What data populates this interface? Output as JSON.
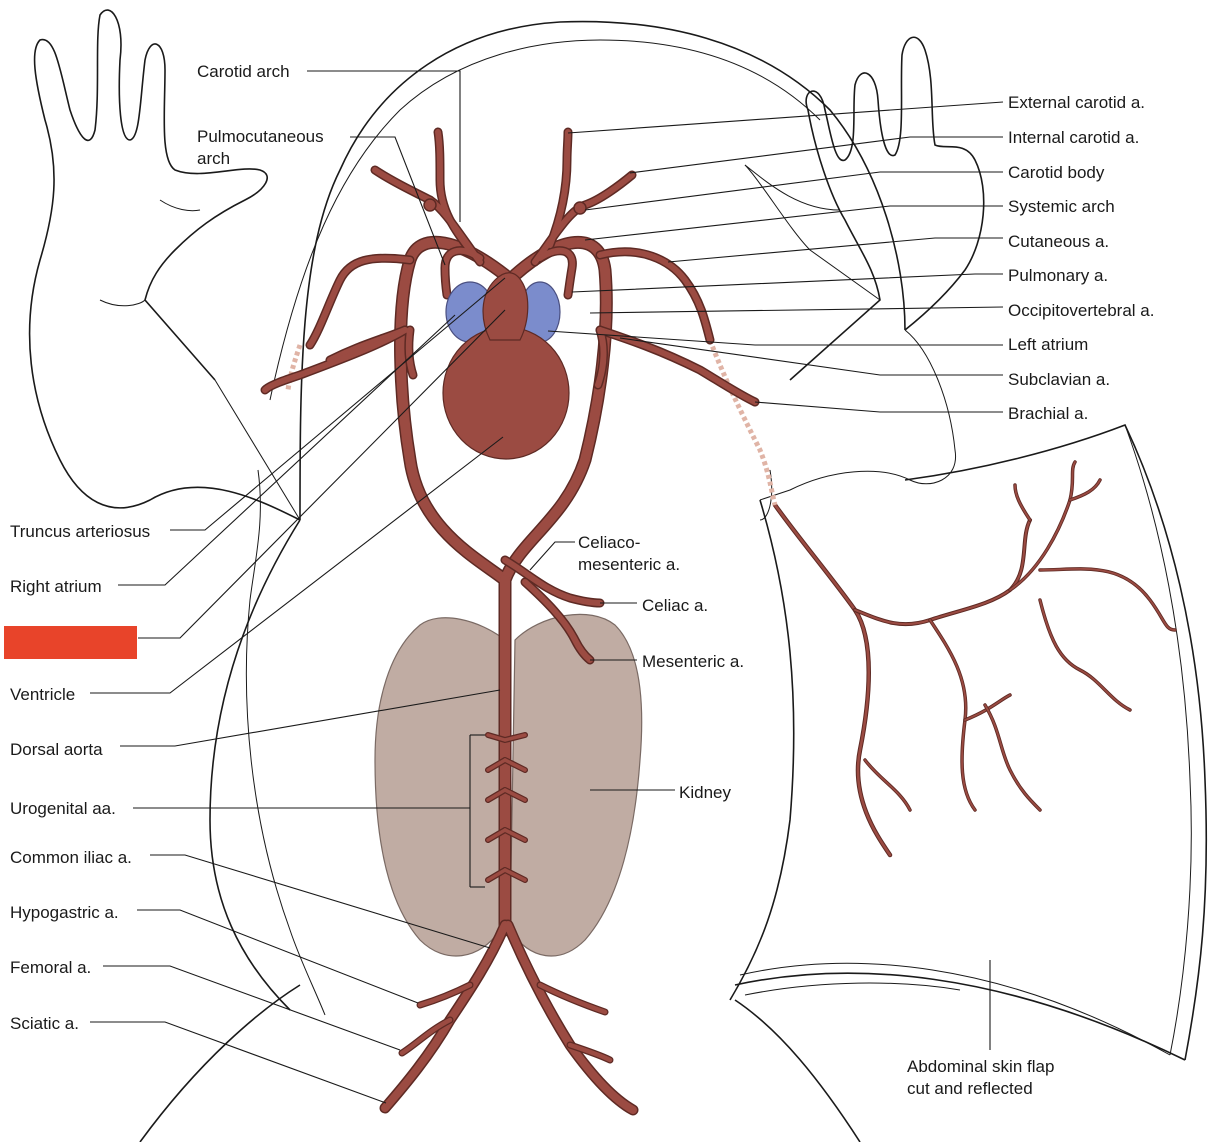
{
  "diagram": {
    "colors": {
      "artery": "#9b4b42",
      "artery_outline": "#5e2a24",
      "atrium": "#7b8ccc",
      "ventricle": "#9b4b42",
      "kidney": "#c0aca3",
      "redaction": "#e8442a"
    },
    "labels": {
      "carotid_arch": "Carotid arch",
      "pulmocutaneous_arch_line1": "Pulmocutaneous",
      "pulmocutaneous_arch_line2": "arch",
      "external_carotid": "External carotid a.",
      "internal_carotid": "Internal carotid a.",
      "carotid_body": "Carotid body",
      "systemic_arch": "Systemic arch",
      "cutaneous": "Cutaneous a.",
      "pulmonary": "Pulmonary a.",
      "occipitovertebral": "Occipitovertebral a.",
      "left_atrium": "Left atrium",
      "subclavian": "Subclavian a.",
      "brachial": "Brachial a.",
      "truncus_arteriosus": "Truncus arteriosus",
      "right_atrium": "Right atrium",
      "ventricle": "Ventricle",
      "dorsal_aorta": "Dorsal aorta",
      "urogenital": "Urogenital aa.",
      "common_iliac": "Common iliac a.",
      "hypogastric": "Hypogastric a.",
      "femoral": "Femoral a.",
      "sciatic": "Sciatic a.",
      "celiacomesenteric_line1": "Celiaco-",
      "celiacomesenteric_line2": "mesenteric a.",
      "celiac": "Celiac a.",
      "mesenteric": "Mesenteric a.",
      "kidney": "Kidney",
      "skin_flap_line1": "Abdominal skin flap",
      "skin_flap_line2": "cut and reflected"
    }
  }
}
